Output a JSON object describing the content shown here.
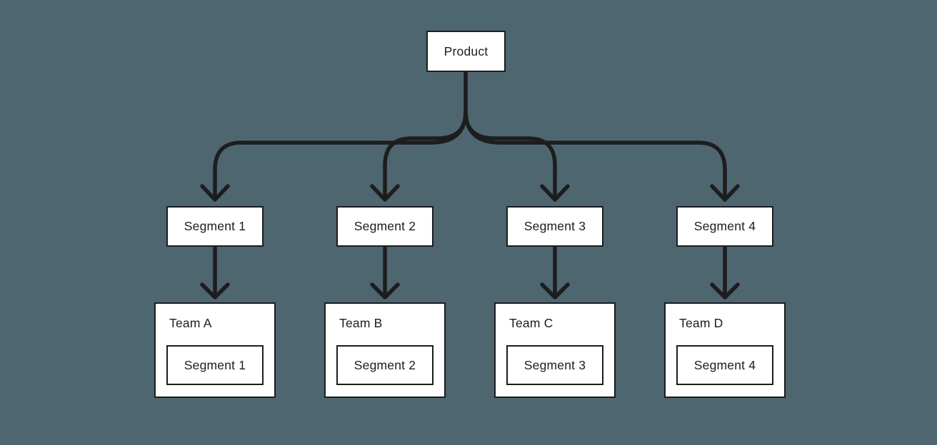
{
  "colors": {
    "background": "#4d6670",
    "stroke": "#1d1d1d",
    "box_fill": "#ffffff",
    "text": "#1d1d1d"
  },
  "diagram": {
    "root": {
      "label": "Product"
    },
    "columns": [
      {
        "segment_label": "Segment 1",
        "team_label": "Team A",
        "team_segment_label": "Segment 1"
      },
      {
        "segment_label": "Segment 2",
        "team_label": "Team B",
        "team_segment_label": "Segment 2"
      },
      {
        "segment_label": "Segment 3",
        "team_label": "Team C",
        "team_segment_label": "Segment 3"
      },
      {
        "segment_label": "Segment 4",
        "team_label": "Team D",
        "team_segment_label": "Segment 4"
      }
    ]
  }
}
